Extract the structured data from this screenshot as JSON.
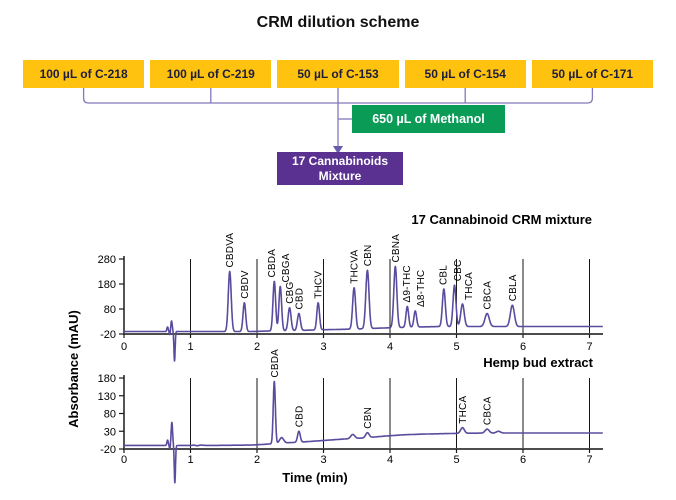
{
  "diagram": {
    "title": "CRM dilution scheme",
    "source_vials": [
      "100 µL of C-218",
      "100 µL of C-219",
      "50 µL of C-153",
      "50 µL of C-154",
      "50 µL of C-171"
    ],
    "solvent_label": "650 µL of Methanol",
    "product_label_line1": "17 Cannabinoids",
    "product_label_line2": "Mixture"
  },
  "colors": {
    "vial_box": "#fec20f",
    "vial_text": "#1d1d3c",
    "solvent_box": "#0a9b57",
    "product_box": "#5a3191",
    "connector": "#8577bb",
    "trace": "#5b4b9e",
    "grid": "#161616",
    "axis": "#4d4d4d"
  },
  "chart_data": [
    {
      "type": "line",
      "title": "17 Cannabinoid CRM mixture",
      "ylabel": "Absorbance (mAU)",
      "xlabel": "Time (min)",
      "xlim": [
        0,
        7.2
      ],
      "ylim": [
        -20,
        280
      ],
      "yticks": [
        280,
        180,
        80,
        -20
      ],
      "xticks": [
        0,
        1,
        2,
        3,
        4,
        5,
        6,
        7
      ],
      "grid": "vertical black lines at 1-7 min",
      "legend": "none",
      "baseline_mAU": [
        [
          0,
          -10
        ],
        [
          0.55,
          -10
        ],
        [
          0.85,
          -10
        ],
        [
          1.9,
          -10
        ],
        [
          2.2,
          -8
        ],
        [
          2.6,
          -6
        ],
        [
          3.0,
          -3
        ],
        [
          3.5,
          0
        ],
        [
          4.0,
          5
        ],
        [
          4.4,
          8
        ],
        [
          4.8,
          10
        ],
        [
          7.2,
          10
        ]
      ],
      "injection_artifact": [
        {
          "t": 0.655,
          "a": 18,
          "w": 0.01
        },
        {
          "t": 0.69,
          "a": -15,
          "w": 0.008
        },
        {
          "t": 0.715,
          "a": 42,
          "w": 0.011
        },
        {
          "t": 0.76,
          "a": -118,
          "w": 0.009
        }
      ],
      "peaks": [
        {
          "label": "CBDVA",
          "t": 1.59,
          "v": 230,
          "w": 0.022
        },
        {
          "label": "CBDV",
          "t": 1.81,
          "v": 105,
          "w": 0.02
        },
        {
          "label": "CBDA",
          "t": 2.26,
          "v": 190,
          "w": 0.02,
          "dx": -3
        },
        {
          "label": "CBGA",
          "t": 2.35,
          "v": 170,
          "w": 0.02,
          "dx": 5
        },
        {
          "label": "CBG",
          "t": 2.49,
          "v": 85,
          "w": 0.022
        },
        {
          "label": "CBD",
          "t": 2.63,
          "v": 62,
          "w": 0.022
        },
        {
          "label": "THCV",
          "t": 2.92,
          "v": 105,
          "w": 0.02
        },
        {
          "label": "THCVA",
          "t": 3.46,
          "v": 165,
          "w": 0.022
        },
        {
          "label": "CBN",
          "t": 3.66,
          "v": 235,
          "w": 0.024
        },
        {
          "label": "CBNA",
          "t": 4.08,
          "v": 250,
          "w": 0.023
        },
        {
          "label": "Δ9-THC",
          "t": 4.26,
          "v": 90,
          "w": 0.02,
          "dx": -1
        },
        {
          "label": "Δ8-THC",
          "t": 4.38,
          "v": 72,
          "w": 0.02,
          "dx": 5
        },
        {
          "label": "CBL",
          "t": 4.81,
          "v": 160,
          "w": 0.022,
          "dx": -1
        },
        {
          "label": "CBC",
          "t": 4.97,
          "v": 175,
          "w": 0.022,
          "dx": 3
        },
        {
          "label": "THCA",
          "t": 5.09,
          "v": 100,
          "w": 0.026,
          "dx": 6
        },
        {
          "label": "CBCA",
          "t": 5.46,
          "v": 62,
          "w": 0.032
        },
        {
          "label": "CBLA",
          "t": 5.84,
          "v": 95,
          "w": 0.03
        }
      ]
    },
    {
      "type": "line",
      "title": "Hemp bud extract",
      "ylabel": "Absorbance (mAU)",
      "xlabel": "Time (min)",
      "xlim": [
        0,
        7.2
      ],
      "ylim": [
        -20,
        180
      ],
      "yticks": [
        180,
        130,
        80,
        30,
        -20
      ],
      "xticks": [
        0,
        1,
        2,
        3,
        4,
        5,
        6,
        7
      ],
      "grid": "vertical black lines at 1-7 min",
      "legend": "none",
      "baseline_mAU": [
        [
          0,
          -10
        ],
        [
          0.55,
          -10
        ],
        [
          1.0,
          -10
        ],
        [
          1.05,
          -9
        ],
        [
          1.1,
          -11
        ],
        [
          1.15,
          -9
        ],
        [
          1.25,
          -10
        ],
        [
          1.9,
          -9
        ],
        [
          2.1,
          -7
        ],
        [
          2.4,
          -3
        ],
        [
          2.7,
          0
        ],
        [
          3.0,
          4
        ],
        [
          3.3,
          8
        ],
        [
          3.6,
          11
        ],
        [
          3.9,
          16
        ],
        [
          4.2,
          20
        ],
        [
          4.5,
          22
        ],
        [
          5.0,
          24
        ],
        [
          5.5,
          25
        ],
        [
          7.2,
          25
        ]
      ],
      "injection_artifact": [
        {
          "t": 0.655,
          "a": 15,
          "w": 0.01
        },
        {
          "t": 0.69,
          "a": -10,
          "w": 0.008
        },
        {
          "t": 0.72,
          "a": 65,
          "w": 0.011
        },
        {
          "t": 0.765,
          "a": -105,
          "w": 0.009
        }
      ],
      "peaks": [
        {
          "label": "CBDA",
          "t": 2.26,
          "v": 170,
          "w": 0.016
        },
        {
          "label": "",
          "t": 2.37,
          "v": 12,
          "w": 0.03
        },
        {
          "label": "CBD",
          "t": 2.63,
          "v": 30,
          "w": 0.02
        },
        {
          "label": "",
          "t": 3.44,
          "v": 21,
          "w": 0.03
        },
        {
          "label": "CBN",
          "t": 3.66,
          "v": 26,
          "w": 0.026
        },
        {
          "label": "THCA",
          "t": 5.09,
          "v": 40,
          "w": 0.028
        },
        {
          "label": "CBCA",
          "t": 5.46,
          "v": 36,
          "w": 0.03
        },
        {
          "label": "",
          "t": 5.63,
          "v": 30,
          "w": 0.03
        }
      ]
    }
  ]
}
